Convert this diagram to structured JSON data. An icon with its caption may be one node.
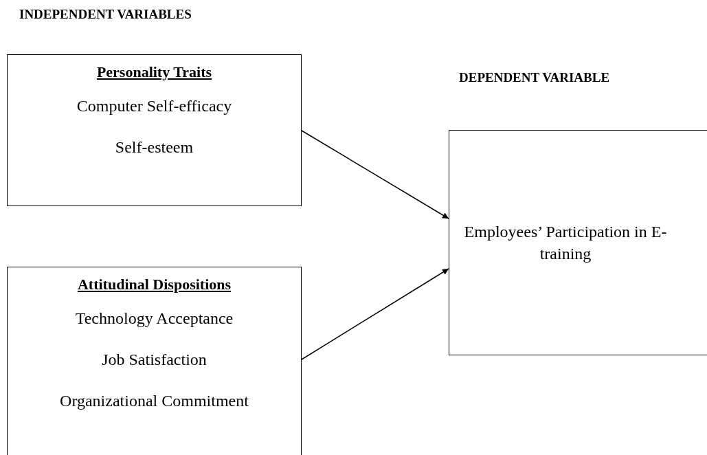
{
  "diagram": {
    "nodes": [
      {
        "text": [
          "Personality Traits",
          "Computer Self-efficacy",
          "Self-esteem"
        ]
      },
      {
        "text": [
          "Attitudinal Dispositions",
          "Technology Acceptance",
          "Job Satisfaction",
          "Organizational Commitment"
        ]
      },
      {
        "text": [
          "Employees’ Participation in E-training"
        ]
      }
    ],
    "edges": [
      {
        "from": 0,
        "to": 2,
        "arrow": "to"
      },
      {
        "from": 1,
        "to": 2,
        "arrow": "to"
      }
    ],
    "labels": [
      "INDEPENDENT VARIABLES",
      "DEPENDENT VARIABLE"
    ]
  }
}
